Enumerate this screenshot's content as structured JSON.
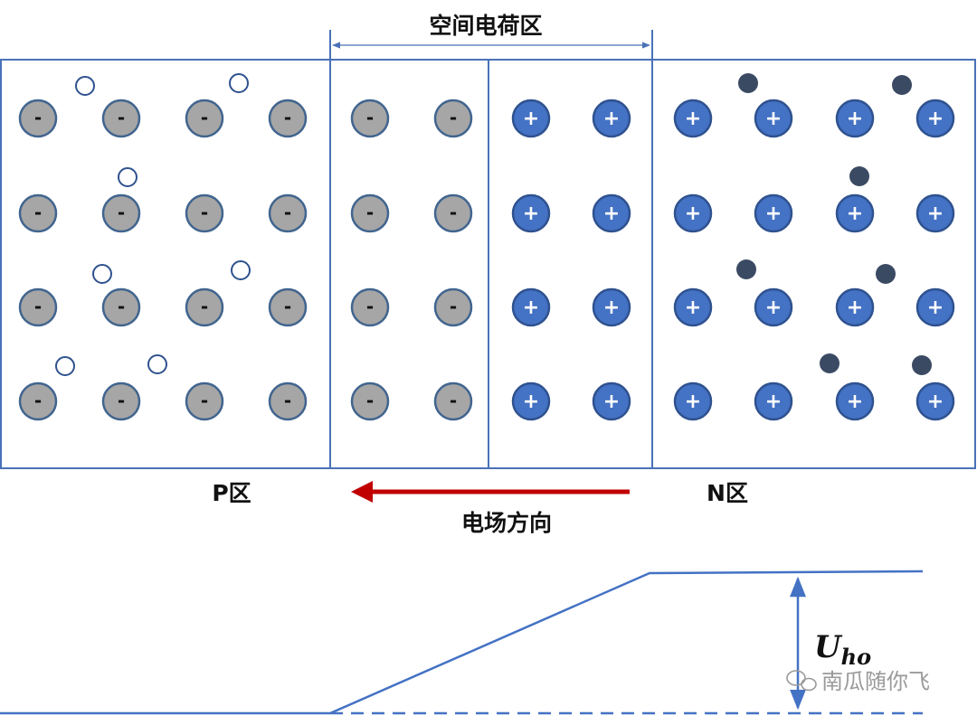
{
  "labels": {
    "space_charge_region": "空间电荷区",
    "p_region": "P区",
    "n_region": "N区",
    "field_direction": "电场方向",
    "potential_main": "U",
    "potential_sub": "ho",
    "watermark": "南瓜随你飞"
  },
  "symbols": {
    "negative": "-",
    "positive": "+"
  },
  "icons": {
    "watermark": "wechat-logo-icon",
    "negative_ion": "negative-ion-icon",
    "positive_ion": "positive-ion-icon",
    "hole": "hole-icon",
    "electron": "electron-icon"
  },
  "colors": {
    "border": "#4a72b8",
    "negative_ion_fill": "#a6a6a6",
    "negative_ion_stroke": "#41658f",
    "positive_ion_fill": "#4472c4",
    "positive_ion_stroke": "#2f528f",
    "electron_fill": "#3b4a63",
    "hole_stroke": "#2f528f",
    "field_arrow": "#c00000",
    "potential_line": "#4472c4"
  },
  "layout_counts": {
    "p_region_columns": 4,
    "depletion_negative_columns": 2,
    "depletion_positive_columns": 2,
    "n_region_columns": 4,
    "rows": 4
  }
}
